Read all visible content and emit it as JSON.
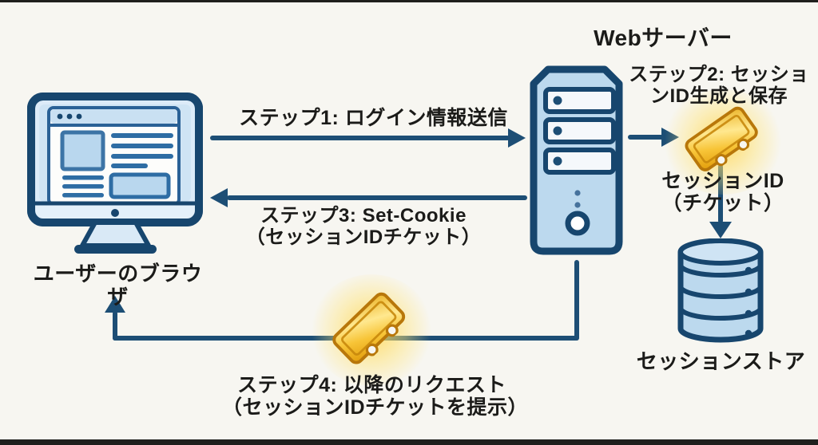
{
  "diagram": {
    "colors": {
      "background": "#f7f6f1",
      "edge": "#1f1f1d",
      "outline": "#17466e",
      "fill_light": "#bcd9ee",
      "fill_lighter": "#dcebf8",
      "arrow": "#1d4e75",
      "text": "#1b1b19",
      "gold": "#f5bc2e",
      "gold_border": "#b8770a"
    },
    "icons": {
      "browser": "monitor-icon",
      "web_server": "server-tower-icon",
      "session_store": "database-icon",
      "session_ticket": "ticket-icon"
    },
    "nodes": {
      "browser": {
        "label": "ユーザーのブラウザ"
      },
      "web_server": {
        "label": "Webサーバー"
      },
      "session_store": {
        "label": "セッションストア"
      },
      "session_id": {
        "label_line1": "セッションID",
        "label_line2": "（チケット）"
      }
    },
    "steps": {
      "step1": {
        "label": "ステップ1: ログイン情報送信"
      },
      "step2": {
        "label_line1": "ステップ2: セッショ",
        "label_line2": "ンID生成と保存"
      },
      "step3": {
        "label_line1": "ステップ3: Set-Cookie",
        "label_line2": "（セッションIDチケット）"
      },
      "step4": {
        "label_line1": "ステップ4: 以降のリクエスト",
        "label_line2": "（セッションIDチケットを提示）"
      }
    }
  }
}
